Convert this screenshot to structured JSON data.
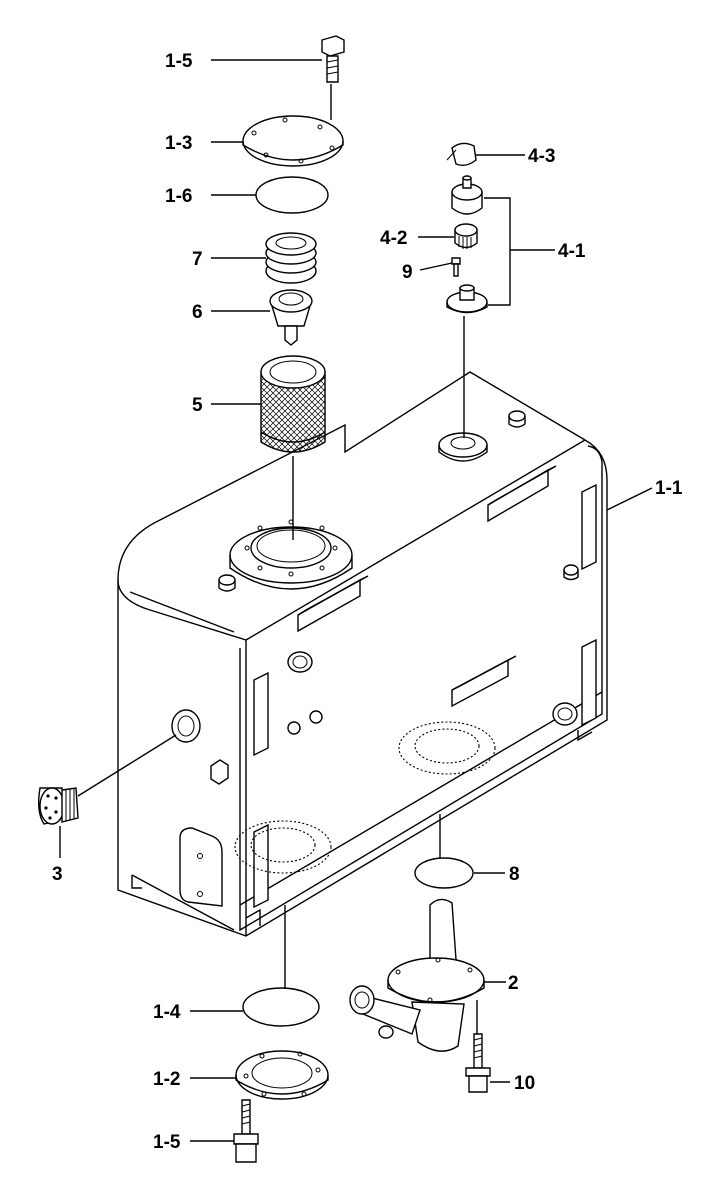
{
  "callouts": {
    "c_1_5_top": "1-5",
    "c_1_3": "1-3",
    "c_1_6": "1-6",
    "c_7": "7",
    "c_6": "6",
    "c_5": "5",
    "c_4_3": "4-3",
    "c_4_2": "4-2",
    "c_4_1": "4-1",
    "c_9": "9",
    "c_1_1": "1-1",
    "c_3": "3",
    "c_8": "8",
    "c_2": "2",
    "c_1_4": "1-4",
    "c_1_2": "1-2",
    "c_10": "10",
    "c_1_5_bottom": "1-5"
  },
  "colors": {
    "line": "#000000",
    "background": "#ffffff"
  }
}
